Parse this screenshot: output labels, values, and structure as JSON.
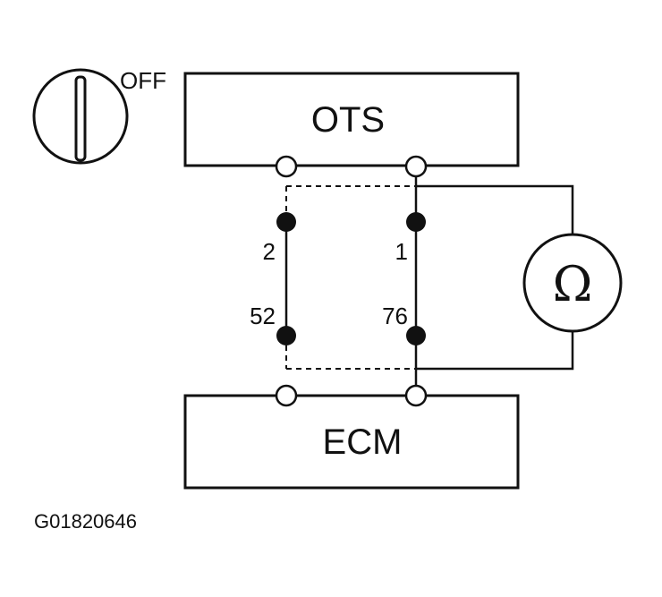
{
  "switch": {
    "position_label": "OFF",
    "icon": "ignition-switch-icon"
  },
  "ots": {
    "label": "OTS"
  },
  "ecm": {
    "label": "ECM"
  },
  "meter": {
    "symbol": "Ω",
    "icon": "ohmmeter-icon"
  },
  "pins": {
    "ots_left": "2",
    "ots_right": "1",
    "ecm_left": "52",
    "ecm_right": "76"
  },
  "figure_code": "G01820646",
  "colors": {
    "line": "#111111",
    "background": "#ffffff"
  }
}
